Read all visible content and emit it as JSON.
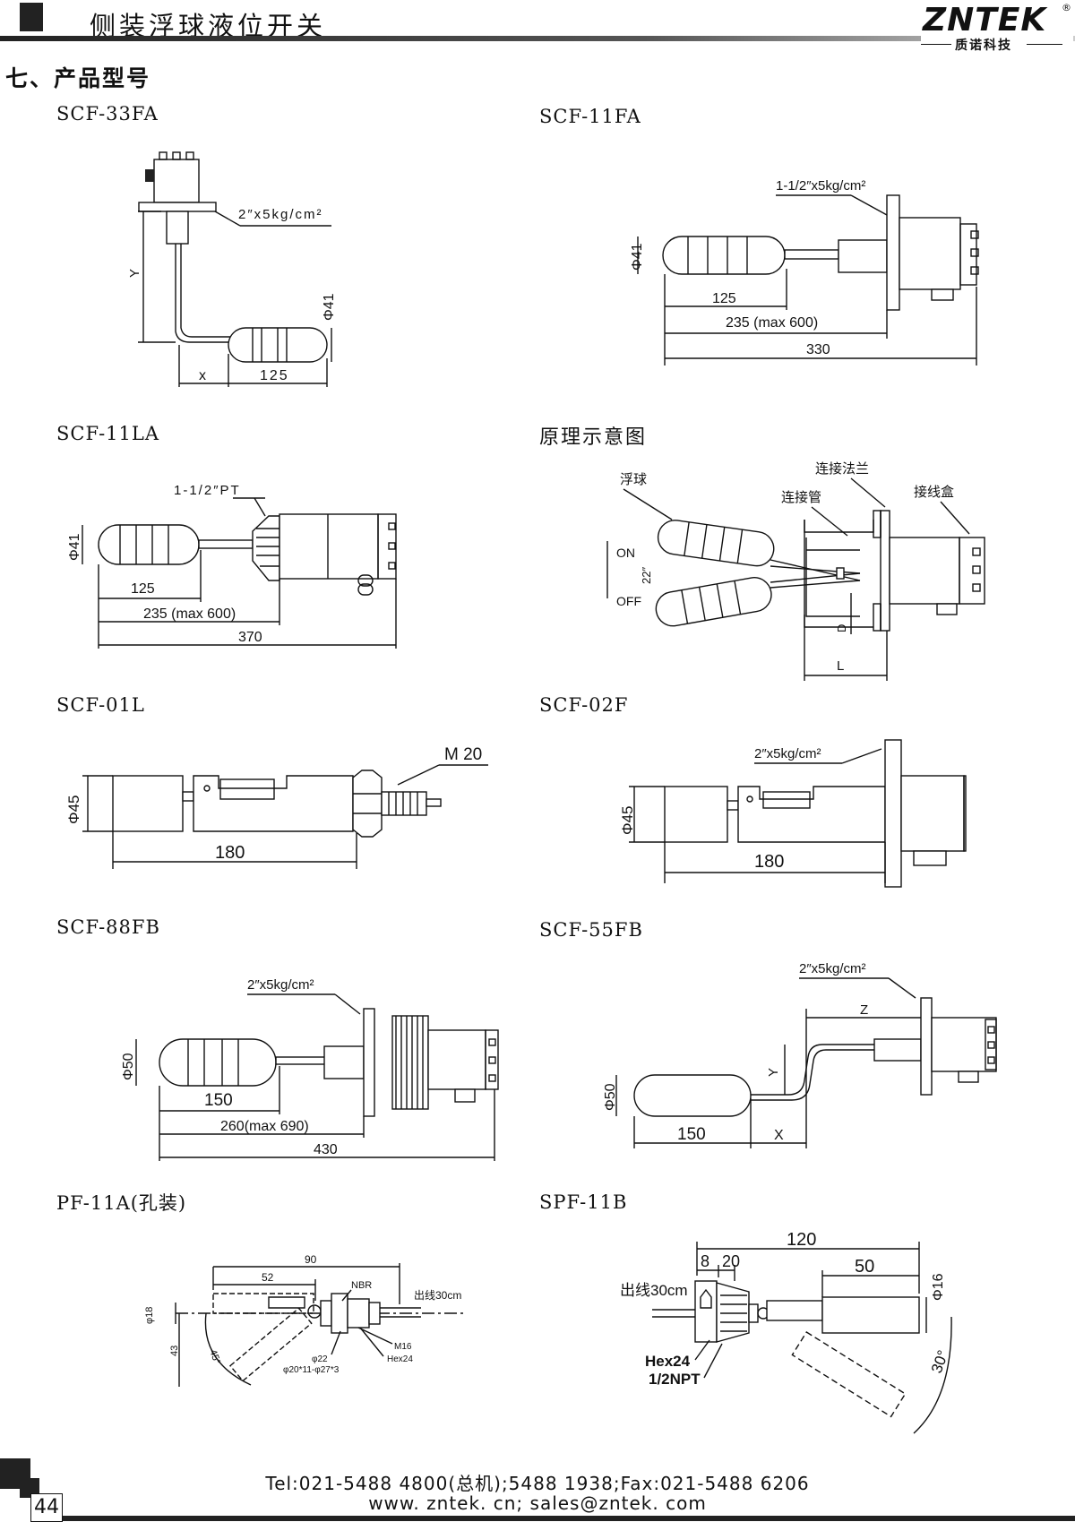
{
  "header": {
    "title": "侧装浮球液位开关",
    "brand_main": "ZNTEK",
    "brand_mark": "®",
    "brand_sub": "质诺科技"
  },
  "section_title": "七、产品型号",
  "models": {
    "m1": {
      "name": "SCF-33FA",
      "flange": "2″x5kg/cm²",
      "dia": "Φ41",
      "y": "Y",
      "x": "x",
      "len": "125"
    },
    "m2": {
      "name": "SCF-11FA",
      "flange": "1-1/2″x5kg/cm²",
      "dia": "Φ41",
      "d1": "125",
      "d2": "235 (max 600)",
      "d3": "330"
    },
    "m3": {
      "name": "SCF-11LA",
      "thread": "1-1/2″PT",
      "dia": "Φ41",
      "d1": "125",
      "d2": "235 (max 600)",
      "d3": "370"
    },
    "m4": {
      "name": "原理示意图",
      "float": "浮球",
      "flange": "连接法兰",
      "pipe": "连接管",
      "box": "接线盒",
      "on": "ON",
      "off": "OFF",
      "angle": "22″",
      "D": "D",
      "L": "L"
    },
    "m5": {
      "name": "SCF-01L",
      "thread": "M 20",
      "dia": "Φ45",
      "len": "180"
    },
    "m6": {
      "name": "SCF-02F",
      "flange": "2″x5kg/cm²",
      "dia": "Φ45",
      "len": "180"
    },
    "m7": {
      "name": "SCF-88FB",
      "flange": "2″x5kg/cm²",
      "dia": "Φ50",
      "d1": "150",
      "d2": "260(max 690)",
      "d3": "430"
    },
    "m8": {
      "name": "SCF-55FB",
      "flange": "2″x5kg/cm²",
      "dia": "Φ50",
      "len": "150",
      "x": "X",
      "y": "Y",
      "z": "Z"
    },
    "m9": {
      "name": "PF-11A(孔装)",
      "d90": "90",
      "d52": "52",
      "nbr": "NBR",
      "out": "出线30cm",
      "phi18": "φ18",
      "d43": "43",
      "deg": "45°",
      "m16": "M16",
      "phi22": "φ22",
      "phi2": "φ20*11-φ27*3",
      "hex": "Hex24"
    },
    "m10": {
      "name": "SPF-11B",
      "d120": "120",
      "d8": "8",
      "d20": "20",
      "d50": "50",
      "out": "出线30cm",
      "phi16": "Φ16",
      "hex": "Hex24",
      "npt": "1/2NPT",
      "deg": "30°"
    }
  },
  "footer": {
    "line1": "Tel:021-5488 4800(总机);5488 1938;Fax:021-5488 6206",
    "line2": "www. zntek. cn; sales@zntek. com",
    "page": "44"
  }
}
